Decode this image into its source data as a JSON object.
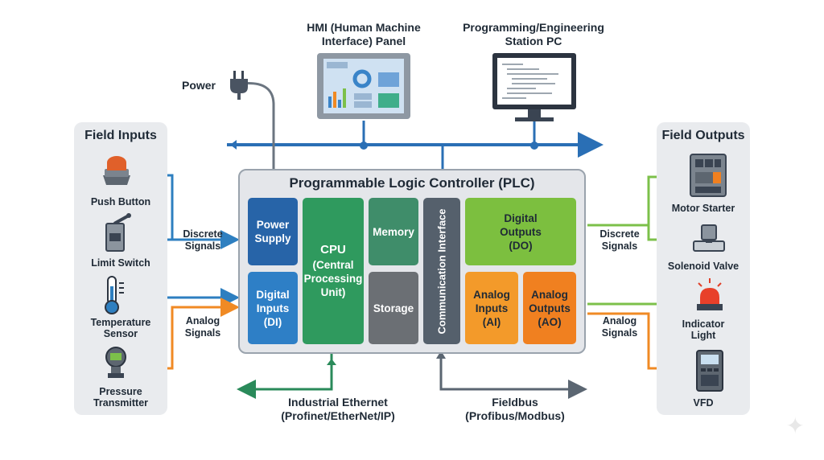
{
  "title": "Programmable Logic Controller (PLC)",
  "top": {
    "hmi_label": "HMI (Human Machine Interface) Panel",
    "hmi_l1": "HMI (Human Machine",
    "hmi_l2": "Interface) Panel",
    "pc_l1": "Programming/Engineering",
    "pc_l2": "Station PC",
    "power": "Power"
  },
  "field_inputs": {
    "title": "Field Inputs",
    "items": [
      "Push Button",
      "Limit Switch",
      "Temperature",
      "Sensor",
      "Pressure",
      "Transmitter"
    ]
  },
  "field_outputs": {
    "title": "Field Outputs",
    "items": [
      "Motor Starter",
      "Solenoid Valve",
      "Indicator",
      "Light",
      "VFD"
    ]
  },
  "signals": {
    "discrete_l1": "Discrete",
    "discrete_l2": "Signals",
    "analog_l1": "Analog",
    "analog_l2": "Signals"
  },
  "modules": {
    "power_l1": "Power",
    "power_l2": "Supply",
    "di_l1": "Digital",
    "di_l2": "Inputs",
    "di_l3": "(DI)",
    "cpu_l1": "CPU",
    "cpu_l2": "(Central",
    "cpu_l3": "Processing",
    "cpu_l4": "Unit)",
    "memory": "Memory",
    "storage": "Storage",
    "comm": "Communication Interface",
    "do_l1": "Digital",
    "do_l2": "Outputs",
    "do_l3": "(DO)",
    "ai_l1": "Analog",
    "ai_l2": "Inputs",
    "ai_l3": "(AI)",
    "ao_l1": "Analog",
    "ao_l2": "Outputs",
    "ao_l3": "(AO)"
  },
  "bottom": {
    "eth_l1": "Industrial Ethernet",
    "eth_l2": "(Profinet/EtherNet/IP)",
    "fb_l1": "Fieldbus",
    "fb_l2": "(Profibus/Modbus)"
  },
  "colors": {
    "blue_bus": "#2a6fb5",
    "green_eth": "#2a8a5a",
    "gray_fb": "#5b6672",
    "discrete_wire_in": "#2e7fc0",
    "analog_wire": "#f08a24",
    "discrete_wire_out": "#7cc04a",
    "power_module": "#2764a8",
    "di_module": "#2e7fc6",
    "cpu_module": "#2f9a5e",
    "memory_module": "#3f8d6a",
    "storage_module": "#6b6f74",
    "comm_module": "#55606c",
    "do_module": "#7cbf3f",
    "ai_module": "#f39a2a",
    "ao_module": "#f08020"
  }
}
